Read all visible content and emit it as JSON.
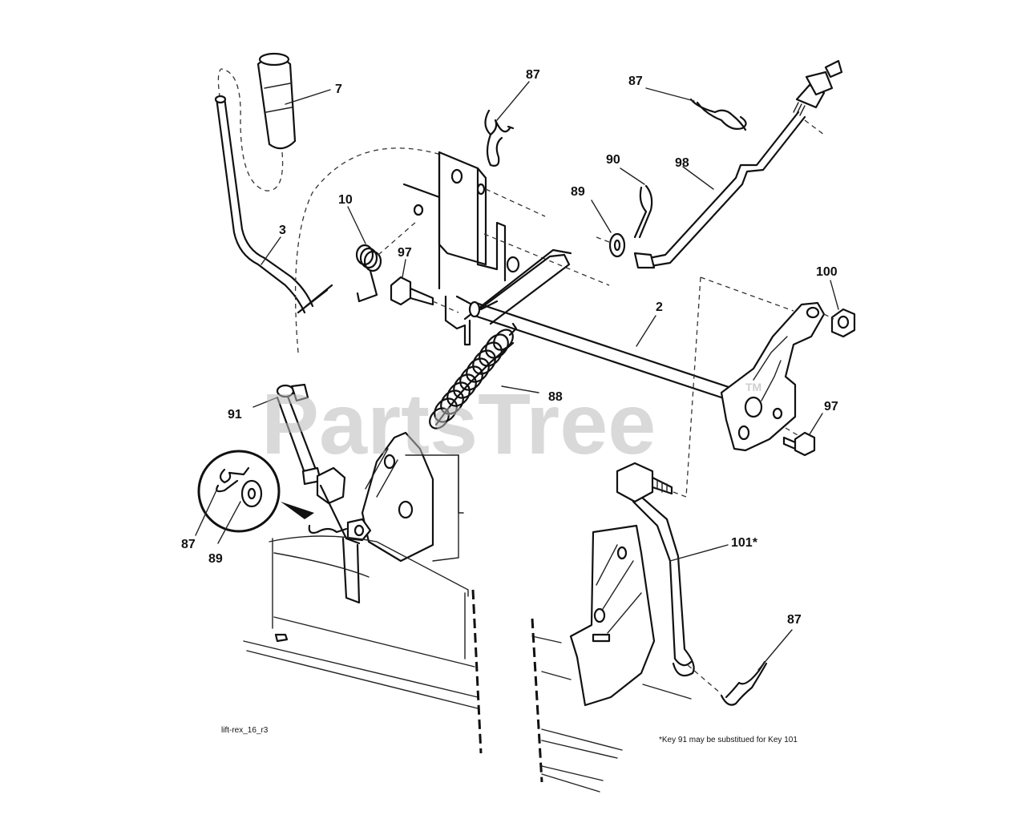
{
  "callouts": [
    {
      "id": "c7",
      "text": "7"
    },
    {
      "id": "c87a",
      "text": "87"
    },
    {
      "id": "c87b",
      "text": "87"
    },
    {
      "id": "c90",
      "text": "90"
    },
    {
      "id": "c98",
      "text": "98"
    },
    {
      "id": "c89a",
      "text": "89"
    },
    {
      "id": "c10",
      "text": "10"
    },
    {
      "id": "c3",
      "text": "3"
    },
    {
      "id": "c97a",
      "text": "97"
    },
    {
      "id": "c100",
      "text": "100"
    },
    {
      "id": "c2",
      "text": "2"
    },
    {
      "id": "c88",
      "text": "88"
    },
    {
      "id": "c91",
      "text": "91"
    },
    {
      "id": "c97b",
      "text": "97"
    },
    {
      "id": "c87c",
      "text": "87"
    },
    {
      "id": "c89b",
      "text": "89"
    },
    {
      "id": "c101",
      "text": "101*"
    },
    {
      "id": "c87d",
      "text": "87"
    }
  ],
  "diagram_code": "lift-rex_16_r3",
  "footnote": "*Key 91 may be substitued for Key 101",
  "watermark": {
    "text": "PartsTree",
    "trademark": "TM"
  }
}
